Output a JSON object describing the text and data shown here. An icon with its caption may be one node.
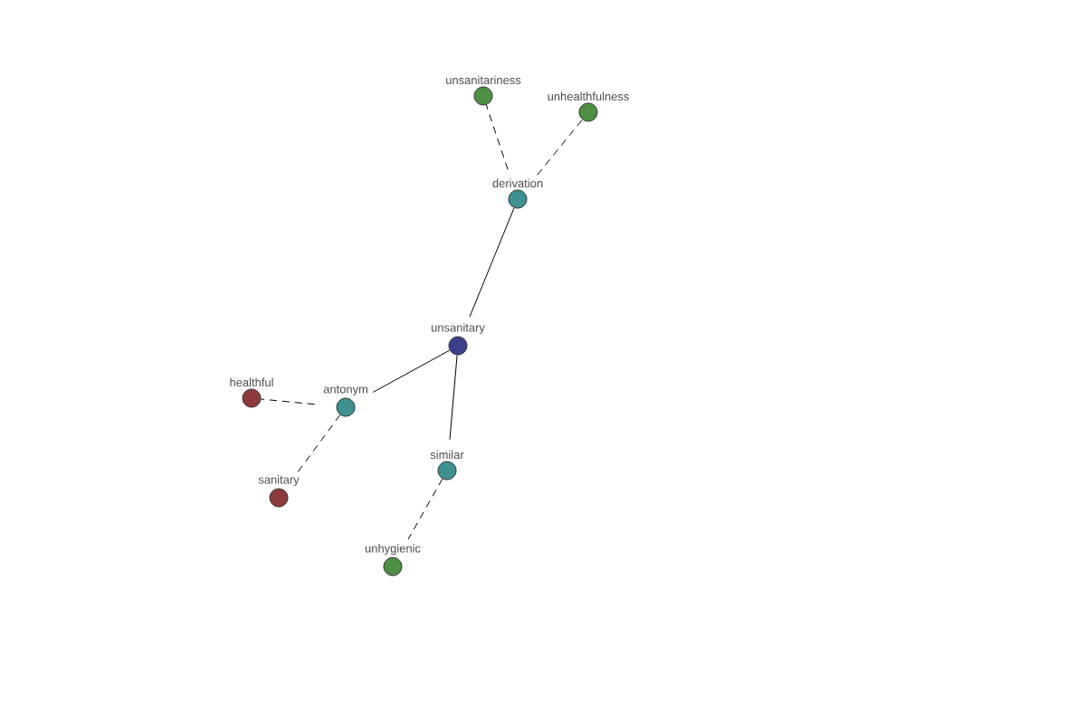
{
  "diagram": {
    "nodes": [
      {
        "text": [
          "unsanitariness"
        ]
      },
      {
        "text": [
          "unhealthfulness"
        ]
      },
      {
        "text": [
          "derivation"
        ]
      },
      {
        "text": [
          "unsanitary"
        ]
      },
      {
        "text": [
          "healthful"
        ]
      },
      {
        "text": [
          "antonym"
        ]
      },
      {
        "text": [
          "similar"
        ]
      },
      {
        "text": [
          "sanitary"
        ]
      },
      {
        "text": [
          "unhygienic"
        ]
      }
    ],
    "edges": [
      {
        "from": 3,
        "to": 2,
        "arrow": "none"
      },
      {
        "from": 2,
        "to": 0,
        "arrow": "none",
        "style": "dashed"
      },
      {
        "from": 2,
        "to": 1,
        "arrow": "none",
        "style": "dashed"
      },
      {
        "from": 3,
        "to": 5,
        "arrow": "none"
      },
      {
        "from": 5,
        "to": 4,
        "arrow": "none",
        "style": "dashed"
      },
      {
        "from": 5,
        "to": 7,
        "arrow": "none",
        "style": "dashed"
      },
      {
        "from": 3,
        "to": 6,
        "arrow": "none"
      },
      {
        "from": 6,
        "to": 8,
        "arrow": "none",
        "style": "dashed"
      }
    ]
  }
}
